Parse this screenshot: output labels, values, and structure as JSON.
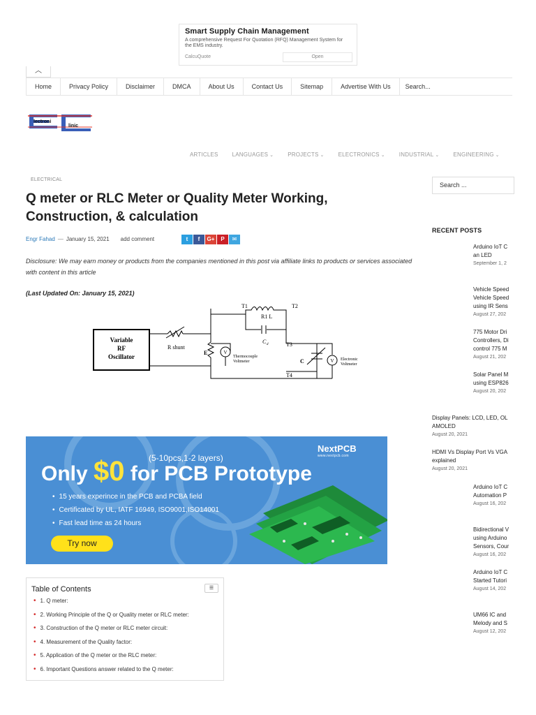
{
  "ad": {
    "title": "Smart Supply Chain Management",
    "desc": "A comprehensive Request For Quotation (RFQ) Management System for the EMS industry.",
    "brand": "CalcuQuote",
    "open": "Open"
  },
  "nav": {
    "items": [
      "Home",
      "Privacy Policy",
      "Disclaimer",
      "DMCA",
      "About Us",
      "Contact Us",
      "Sitemap",
      "Advertise With Us"
    ],
    "search": "Search..."
  },
  "logo": {
    "text1": "lectroni",
    "text2": "linic"
  },
  "categories": [
    "ARTICLES",
    "LANGUAGES",
    "PROJECTS",
    "ELECTRONICS",
    "INDUSTRIAL",
    "ENGINEERING"
  ],
  "article": {
    "crumb": "ELECTRICAL",
    "title": "Q meter or RLC Meter or Quality Meter Working, Construction, & calculation",
    "author": "Engr Fahad",
    "date": "January 15, 2021",
    "comment": "add comment",
    "disclosure": "Disclosure: We may earn money or products from the companies mentioned in this post via affiliate links to products or services associated with content in this article",
    "updated": "(Last Updated On: January 15, 2021)"
  },
  "diagram": {
    "osc": [
      "Variable",
      "RF",
      "Oscillator"
    ],
    "rshunt": "R shunt",
    "e": "E",
    "t1": "T1",
    "t2": "T2",
    "t3": "T3",
    "t4": "T4",
    "r1l": "R1 L",
    "cd": "C",
    "cd_sub": "d",
    "c": "C",
    "v": "V",
    "thermo": [
      "Thermocouple",
      "Voltmeter"
    ],
    "elec": [
      "Electronic",
      "Voltmeter"
    ]
  },
  "banner": {
    "brand": "NextPCB",
    "brand_url": "www.nextpcb.com",
    "sub": "(5-10pcs,1-2 layers)",
    "only": "Only",
    "price": "$0",
    "rest": "for PCB Prototype",
    "bullets": [
      "15 years experince in the PCB and PCBA field",
      "Certificated by UL, IATF 16949, ISO9001,ISO14001",
      "Fast lead time as 24 hours"
    ],
    "button": "Try now"
  },
  "toc": {
    "title": "Table of Contents",
    "items": [
      "1. Q meter:",
      "2. Working Principle of the Q or Quality meter or RLC meter:",
      "3. Construction of the Q meter or RLC meter circuit:",
      "4. Measurement of the Quality factor:",
      "5. Application of the Q meter or the RLC meter:",
      "6. Important Questions answer related to the Q meter:"
    ]
  },
  "sidebar": {
    "search": "Search ...",
    "recent_title": "RECENT POSTS",
    "posts": [
      {
        "title": [
          "Arduino IoT C",
          "an LED"
        ],
        "date": "September 1, 2"
      },
      {
        "title": [
          "Vehicle Speed",
          "Vehicle Speed",
          "using IR Sens"
        ],
        "date": "August 27, 202"
      },
      {
        "title": [
          "775 Motor Dri",
          "Controllers, Di",
          "control 775 M"
        ],
        "date": "August 21, 202"
      },
      {
        "title": [
          "Solar Panel M",
          "using ESP826"
        ],
        "date": "August 20, 202"
      },
      {
        "title": [
          "Display Panels: LCD, LED, OL",
          "AMOLED"
        ],
        "date": "August 20, 2021"
      },
      {
        "title": [
          "HDMI Vs Display Port Vs VGA",
          "explained"
        ],
        "date": "August 20, 2021"
      },
      {
        "title": [
          "Arduino IoT C",
          "Automation P"
        ],
        "date": "August 16, 202"
      },
      {
        "title": [
          "Bidirectional V",
          "using Arduino",
          "Sensors, Cour"
        ],
        "date": "August 16, 202"
      },
      {
        "title": [
          "Arduino IoT C",
          "Started Tutori"
        ],
        "date": "August 14, 202"
      },
      {
        "title": [
          "UM66 IC and",
          "Melody and S"
        ],
        "date": "August 12, 202"
      }
    ]
  }
}
